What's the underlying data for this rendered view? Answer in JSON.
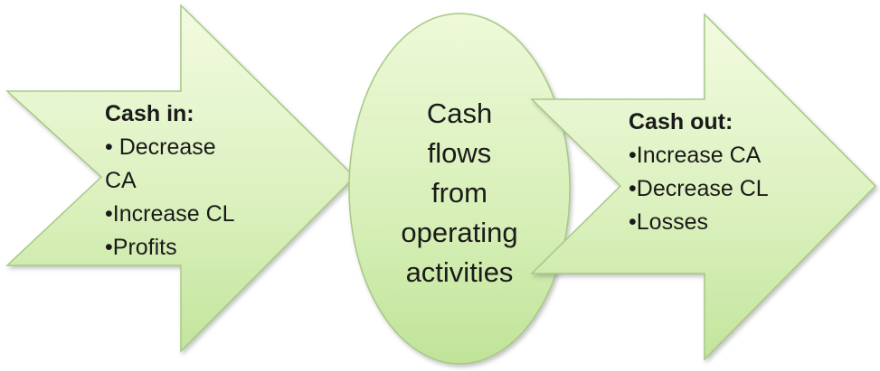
{
  "colors": {
    "fill_light": "#f0fadc",
    "fill_dark": "#bfe39a",
    "stroke": "#9bbf7a",
    "text": "#1a1a1a"
  },
  "left_arrow": {
    "heading": "Cash in:",
    "lines": [
      " Decrease",
      "CA",
      "Increase CL",
      "Profits"
    ],
    "bullet": "•"
  },
  "center": {
    "lines": [
      "Cash",
      "flows",
      "from",
      "operating",
      "activities"
    ]
  },
  "right_arrow": {
    "heading": "Cash out:",
    "lines": [
      "Increase CA",
      "Decrease CL",
      "Losses"
    ],
    "bullet": "•"
  }
}
